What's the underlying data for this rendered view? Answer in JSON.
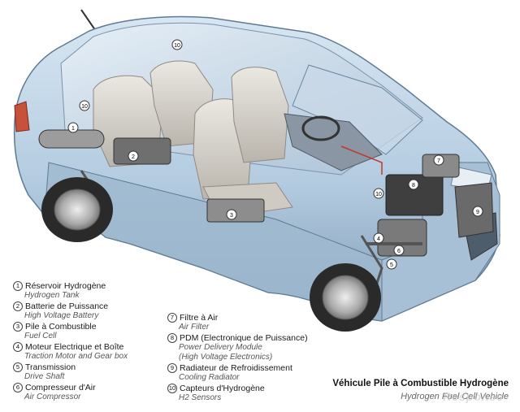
{
  "callouts": [
    "1",
    "2",
    "3",
    "4",
    "5",
    "6",
    "7",
    "8",
    "9",
    "10"
  ],
  "legend_left": [
    {
      "num": "1",
      "fr": "Réservoir Hydrogène",
      "en": "Hydrogen Tank"
    },
    {
      "num": "2",
      "fr": "Batterie de Puissance",
      "en": "High Voltage Battery"
    },
    {
      "num": "3",
      "fr": "Pile à Combustible",
      "en": "Fuel Cell"
    },
    {
      "num": "4",
      "fr": "Moteur Electrique et Boîte",
      "en": "Traction Motor and Gear box"
    },
    {
      "num": "5",
      "fr": "Transmission",
      "en": "Drive Shaft"
    },
    {
      "num": "6",
      "fr": "Compresseur d'Air",
      "en": "Air Compressor"
    }
  ],
  "legend_right": [
    {
      "num": "7",
      "fr": "Filtre à Air",
      "en": "Air Filter"
    },
    {
      "num": "8",
      "fr": "PDM (Electronique de Puissance)",
      "en": "Power Delivery Module",
      "en2": "(High Voltage Electronics)"
    },
    {
      "num": "9",
      "fr": "Radiateur de Refroidissement",
      "en": "Cooling Radiator"
    },
    {
      "num": "10",
      "fr": "Capteurs d'Hydrogène",
      "en": "H2 Sensors"
    }
  ],
  "title_fr": "Véhicule Pile à Combustible Hydrogène",
  "title_en": "Hydrogen Fuel Cell Vehicle",
  "watermark": "Response",
  "colors": {
    "body": "#b8cfe2",
    "body_dark": "#7f9bb6",
    "seat": "#d9d6cf",
    "engine": "#7d7d7d",
    "tire": "#2a2a2a"
  }
}
